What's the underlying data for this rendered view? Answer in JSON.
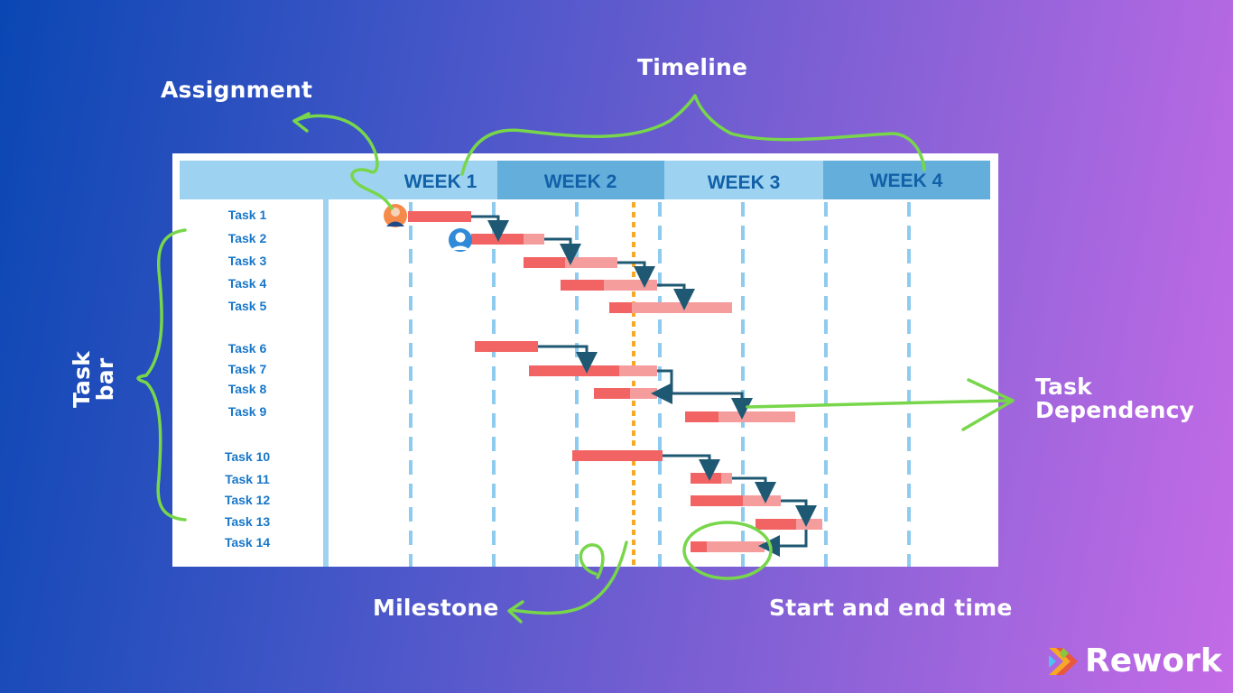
{
  "annotations": {
    "assignment": "Assignment",
    "timeline": "Timeline",
    "task_bar_line1": "Task",
    "task_bar_line2": "bar",
    "task_dependency_line1": "Task",
    "task_dependency_line2": "Dependency",
    "milestone": "Milestone",
    "start_end_time": "Start and end time"
  },
  "weeks": [
    "WEEK 1",
    "WEEK 2",
    "WEEK 3",
    "WEEK 4"
  ],
  "tasks": [
    "Task 1",
    "Task 2",
    "Task 3",
    "Task 4",
    "Task 5",
    "Task 6",
    "Task 7",
    "Task 8",
    "Task 9",
    "Task 10",
    "Task 11",
    "Task 12",
    "Task 13",
    "Task 14"
  ],
  "brand": {
    "name": "Rework"
  },
  "colors": {
    "header_light": "#9dd3f1",
    "header_dark": "#64aedb",
    "bar_dark": "#f26464",
    "bar_light": "#f59c9c",
    "dependency": "#1f5872",
    "milestone": "#f7a824",
    "annotation": "#78d64b",
    "grid": "#8ecbee"
  }
}
